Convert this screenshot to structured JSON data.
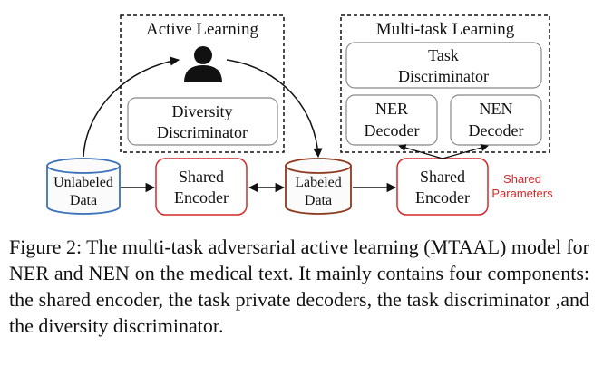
{
  "diagram": {
    "active_learning": {
      "title": "Active Learning",
      "diversity_discriminator": [
        "Diversity",
        "Discriminator"
      ]
    },
    "multi_task": {
      "title": "Multi-task Learning",
      "task_discriminator": [
        "Task",
        "Discriminator"
      ],
      "ner_decoder": [
        "NER",
        "Decoder"
      ],
      "nen_decoder": [
        "NEN",
        "Decoder"
      ]
    },
    "unlabeled_data": [
      "Unlabeled",
      "Data"
    ],
    "labeled_data": [
      "Labeled",
      "Data"
    ],
    "shared_encoder_left": [
      "Shared",
      "Encoder"
    ],
    "shared_encoder_right": [
      "Shared",
      "Encoder"
    ],
    "shared_parameters": [
      "Shared",
      "Parameters"
    ],
    "colors": {
      "red": "#d42a2a",
      "blue": "#3b72b8",
      "brown": "#8b3a1f",
      "cylinder_fill": "#fbfbfb"
    }
  },
  "caption": "Figure 2: The multi-task adversarial active learning (MTAAL) model for NER and NEN on the medical text. It mainly contains four components: the shared encoder, the task private decoders, the task discriminator ,and the diversity discriminator."
}
